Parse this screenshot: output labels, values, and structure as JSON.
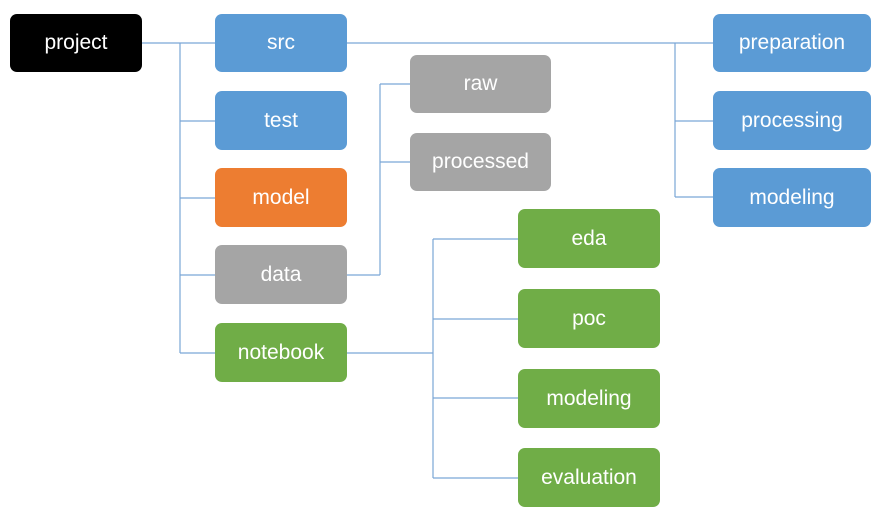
{
  "root": {
    "label": "project"
  },
  "project_children": [
    {
      "id": "src",
      "label": "src",
      "color": "#5b9bd5"
    },
    {
      "id": "test",
      "label": "test",
      "color": "#5b9bd5"
    },
    {
      "id": "model",
      "label": "model",
      "color": "#ed7d31"
    },
    {
      "id": "data",
      "label": "data",
      "color": "#a5a5a5"
    },
    {
      "id": "notebook",
      "label": "notebook",
      "color": "#70ad47"
    }
  ],
  "src_children": [
    {
      "label": "preparation"
    },
    {
      "label": "processing"
    },
    {
      "label": "modeling"
    }
  ],
  "data_children": [
    {
      "label": "raw"
    },
    {
      "label": "processed"
    }
  ],
  "notebook_children": [
    {
      "label": "eda"
    },
    {
      "label": "poc"
    },
    {
      "label": "modeling"
    },
    {
      "label": "evaluation"
    }
  ],
  "colors": {
    "root": "#000000",
    "src": "#5b9bd5",
    "model": "#ed7d31",
    "data": "#a5a5a5",
    "notebook": "#70ad47",
    "connector": "#7aa6d6"
  }
}
